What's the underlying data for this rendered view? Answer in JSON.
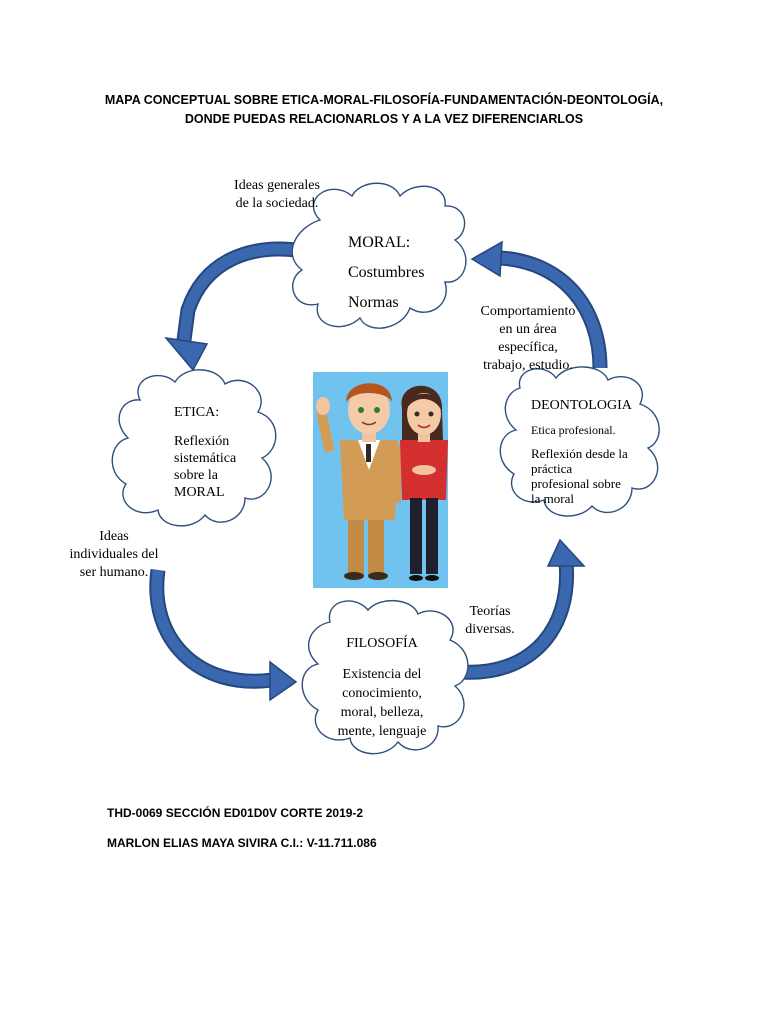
{
  "header": {
    "line1": "MAPA CONCEPTUAL SOBRE ETICA-MORAL-FILOSOFÍA-FUNDAMENTACIÓN-DEONTOLOGÍA,",
    "line2": "DONDE PUEDAS RELACIONARLOS Y A LA VEZ DIFERENCIARLOS"
  },
  "moral": {
    "title": "MORAL:",
    "line1": "Costumbres",
    "line2": "Normas"
  },
  "etica": {
    "title": "ETICA:",
    "l1": "Reflexión",
    "l2": "sistemática",
    "l3": "sobre la",
    "l4": "MORAL"
  },
  "deontologia": {
    "title": "DEONTOLOGIA",
    "l1": "Etica profesional.",
    "l2": "Reflexión desde la",
    "l3": "práctica",
    "l4": "profesional sobre",
    "l5": "la moral"
  },
  "filosofia": {
    "title": "FILOSOFÍA",
    "l1": "Existencia del",
    "l2": "conocimiento,",
    "l3": "moral, belleza,",
    "l4": "mente, lenguaje"
  },
  "labels": {
    "sociedad1": "Ideas generales",
    "sociedad2": "de la sociedad.",
    "comp1": "Comportamiento",
    "comp2": "en un área",
    "comp3": "específica,",
    "comp4": "trabajo, estudio.",
    "ideas1": "Ideas",
    "ideas2": "individuales del",
    "ideas3": "ser humano.",
    "teorias1": "Teorías",
    "teorias2": "diversas."
  },
  "footer": {
    "line1": "THD-0069 SECCIÓN ED01D0V CORTE 2019-2",
    "line2": "MARLON ELIAS MAYA SIVIRA C.I.: V-11.711.086"
  },
  "colors": {
    "arrow": "#3b67ae",
    "arrow_dark": "#24477f",
    "cloud_stroke": "#2f4f7f",
    "picture_bg": "#71c3ef"
  }
}
